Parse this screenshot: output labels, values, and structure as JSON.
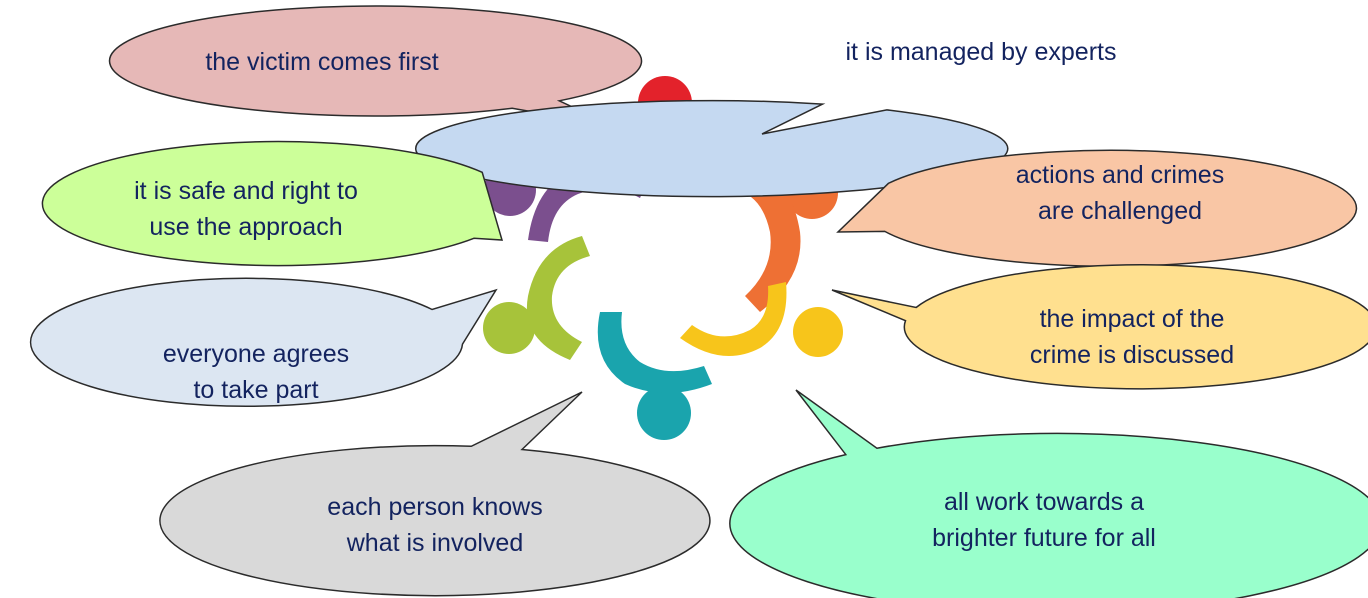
{
  "colors": {
    "bubble_outline": "#2b2b2b",
    "text": "#13235f",
    "bubble_victim": "#e6b8b7",
    "bubble_experts": "#c5d9f1",
    "bubble_safe": "#ccff99",
    "bubble_challenged": "#f9c6a5",
    "bubble_agrees": "#dce6f2",
    "bubble_impact": "#ffe08f",
    "bubble_knows": "#d9d9d9",
    "bubble_future": "#99ffcc",
    "person_red": "#e3222b",
    "person_orange": "#ee7034",
    "person_yellow": "#f7c51b",
    "person_teal": "#1aa4ad",
    "person_green": "#a7c33a",
    "person_purple": "#7b4f8e"
  },
  "principles": {
    "victim_first": "the victim comes first",
    "managed_by_experts": "it is managed by experts",
    "safe_and_right": "it is safe and right to\nuse the approach",
    "actions_challenged": "actions and crimes\nare challenged",
    "everyone_agrees": "everyone agrees\nto take part",
    "impact_discussed": "the impact of the\ncrime is discussed",
    "each_person_knows": "each person knows\nwhat is involved",
    "brighter_future": "all work towards a\nbrighter future for all"
  }
}
